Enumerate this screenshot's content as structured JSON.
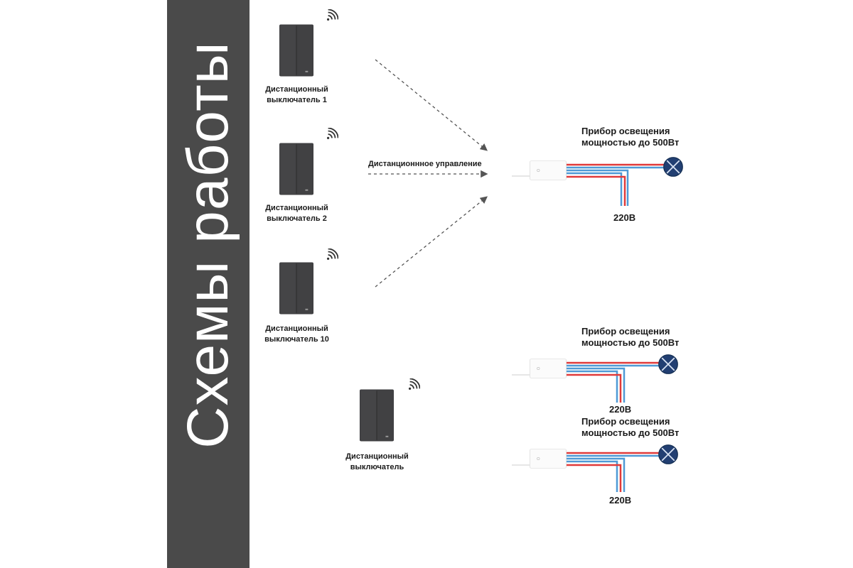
{
  "banner": {
    "title": "Схемы работы",
    "color": "#4a4a4a"
  },
  "switches": [
    {
      "line1": "Дистанционный",
      "line2": "выключатель 1"
    },
    {
      "line1": "Дистанционный",
      "line2": "выключатель 2"
    },
    {
      "line1": "Дистанционный",
      "line2": "выключатель 10"
    },
    {
      "line1": "Дистанционный",
      "line2": "выключатель"
    }
  ],
  "remote_caption": "Дистанционнное управление",
  "circuits": [
    {
      "lamp_line1": "Прибор освещения",
      "lamp_line2": "мощностью до 500Вт",
      "voltage": "220В"
    },
    {
      "lamp_line1": "Прибор освещения",
      "lamp_line2": "мощностью до 500Вт",
      "voltage": "220В"
    },
    {
      "lamp_line1": "Прибор освещения",
      "lamp_line2": "мощностью до 500Вт",
      "voltage": "220В"
    }
  ],
  "colors": {
    "switch_body": "#3d3d3f",
    "wire_live": "#e03a3a",
    "wire_neutral": "#4f9ad6",
    "lamp_fill": "#223f72",
    "arrow": "#555555"
  },
  "icons": [
    "wifi-signal-icon",
    "switch-panel-icon",
    "relay-module-icon",
    "lamp-icon"
  ]
}
